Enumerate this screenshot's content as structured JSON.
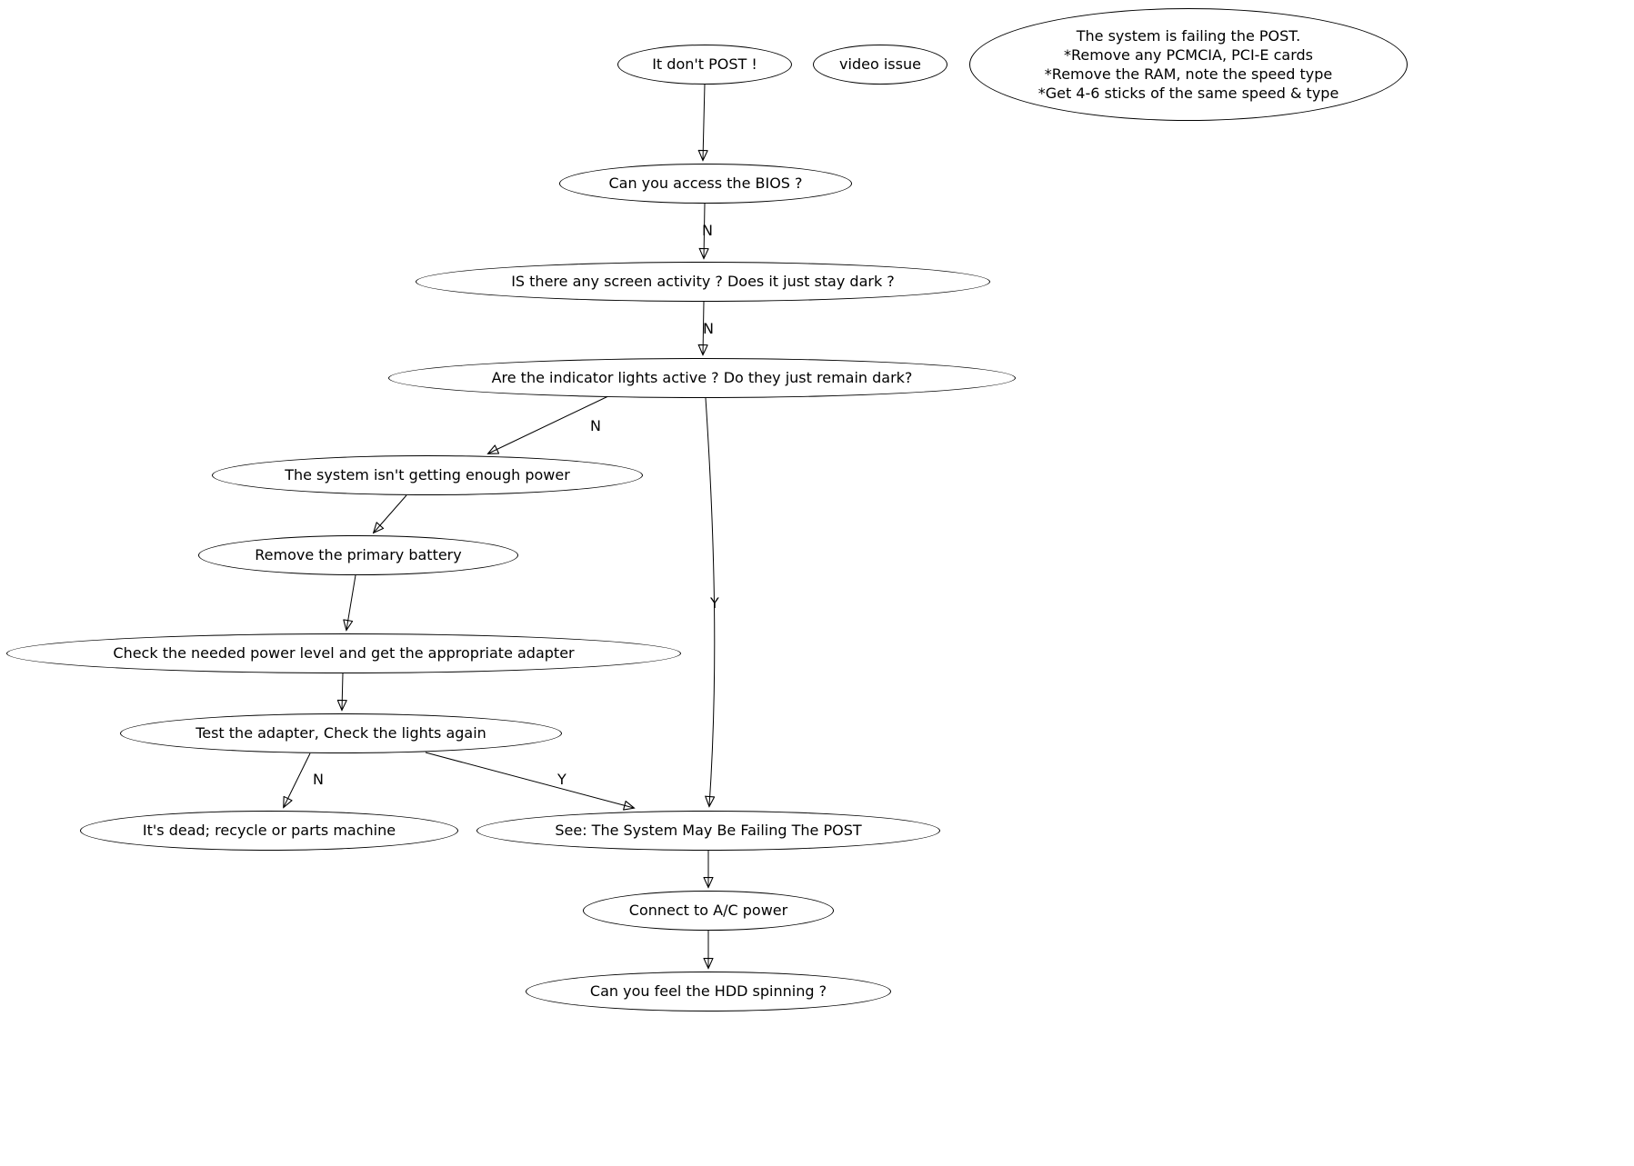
{
  "diagram": {
    "nodes": {
      "it_dont_post": {
        "label": "It don't POST !"
      },
      "video_issue": {
        "label": "video issue"
      },
      "failing_post_note": {
        "lines": [
          "The system is failing the POST.",
          "*Remove any PCMCIA, PCI-E cards",
          "*Remove the RAM, note the speed  type",
          "*Get 4-6 sticks of the same speed & type"
        ]
      },
      "can_access_bios": {
        "label": "Can you access the BIOS ?"
      },
      "screen_activity": {
        "label": "IS there any screen activity ? Does it just stay dark ?"
      },
      "indicator_lights": {
        "label": "Are the indicator lights active ? Do they just remain dark?"
      },
      "not_enough_power": {
        "label": "The system isn't getting enough power"
      },
      "remove_battery": {
        "label": "Remove the primary battery"
      },
      "check_power_level": {
        "label": "Check the needed power level and get the appropriate adapter"
      },
      "test_adapter": {
        "label": "Test the adapter, Check the lights again"
      },
      "its_dead": {
        "label": "It's dead; recycle or parts machine"
      },
      "see_failing_post": {
        "label": "See: The System May Be Failing The POST"
      },
      "connect_ac": {
        "label": "Connect to A/C power"
      },
      "hdd_spinning": {
        "label": "Can you feel the HDD spinning ?"
      }
    },
    "edge_labels": {
      "bios_no": "N",
      "screen_no": "N",
      "lights_no": "N",
      "lights_yes": "Y",
      "adapter_no": "N",
      "adapter_yes": "Y"
    }
  }
}
